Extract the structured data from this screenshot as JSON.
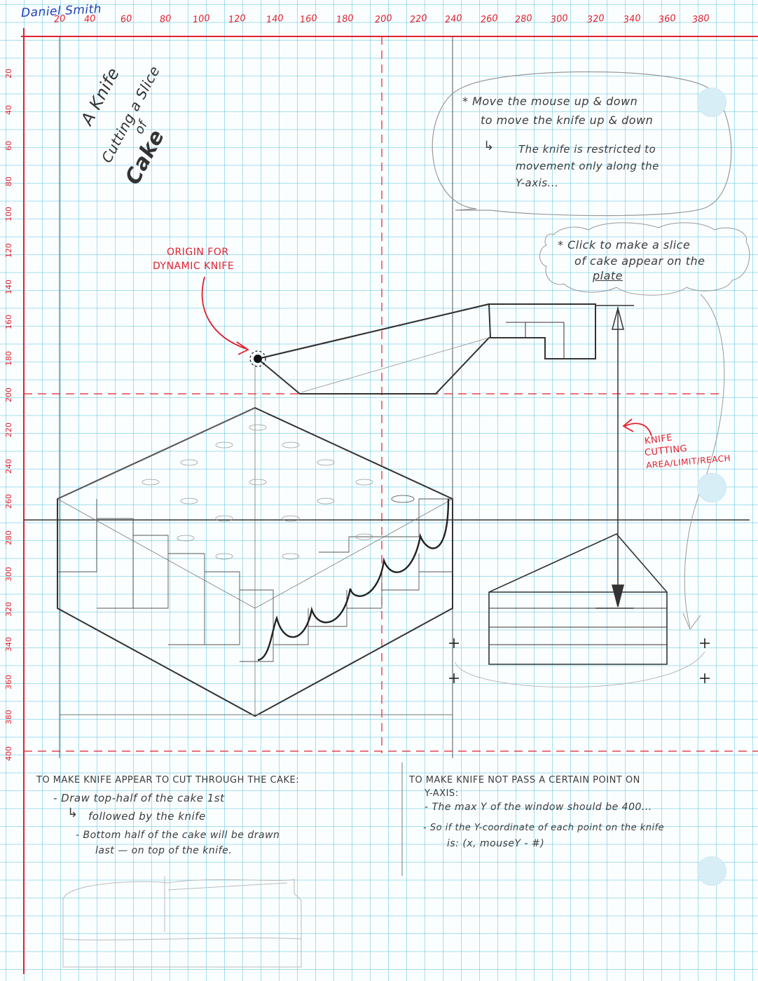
{
  "author": "Daniel Smith",
  "title": {
    "line1": "A Knife",
    "line2": "Cutting a Slice",
    "line3": "of",
    "line4": "Cake"
  },
  "x_axis_ticks": [
    "20",
    "40",
    "60",
    "80",
    "100",
    "120",
    "140",
    "160",
    "180",
    "200",
    "220",
    "240",
    "260",
    "280",
    "300",
    "320",
    "340",
    "360",
    "380"
  ],
  "y_axis_ticks": [
    "20",
    "40",
    "60",
    "80",
    "100",
    "120",
    "140",
    "160",
    "180",
    "200",
    "220",
    "240",
    "260",
    "280",
    "300",
    "320",
    "340",
    "360",
    "380",
    "400"
  ],
  "bubble_move": {
    "line1": "* Move the mouse up & down",
    "line2": "to move the knife up & down",
    "line3": "The knife is restricted to",
    "line4": "movement only along the",
    "line5": "Y-axis..."
  },
  "bubble_click": {
    "line1": "* Click to make a slice",
    "line2": "of cake appear on the",
    "line3": "plate"
  },
  "label_origin": {
    "line1": "Origin for",
    "line2": "Dynamic Knife"
  },
  "label_limit": {
    "line1": "Knife",
    "line2": "Cutting",
    "line3": "Area/Limit/Reach"
  },
  "note_left": {
    "heading": "To make knife appear to cut through the cake:",
    "line1": "- Draw top-half of the cake 1st",
    "line2": "followed by the knife",
    "line3": "- Bottom half of the cake will be drawn",
    "line4": "last — on top of the knife."
  },
  "note_right": {
    "heading": "To make knife not pass a certain point on",
    "heading2": "Y-axis:",
    "line1": "- The max Y of the window should be 400...",
    "line2": "- So if the Y-coordinate of each point on the knife",
    "line3": "is: (x, mouseY - #)"
  },
  "colors": {
    "grid": "#60c4de",
    "margin": "#e0202e",
    "pencil": "#3c3c3c",
    "ink_blue": "#1d3fb8"
  }
}
